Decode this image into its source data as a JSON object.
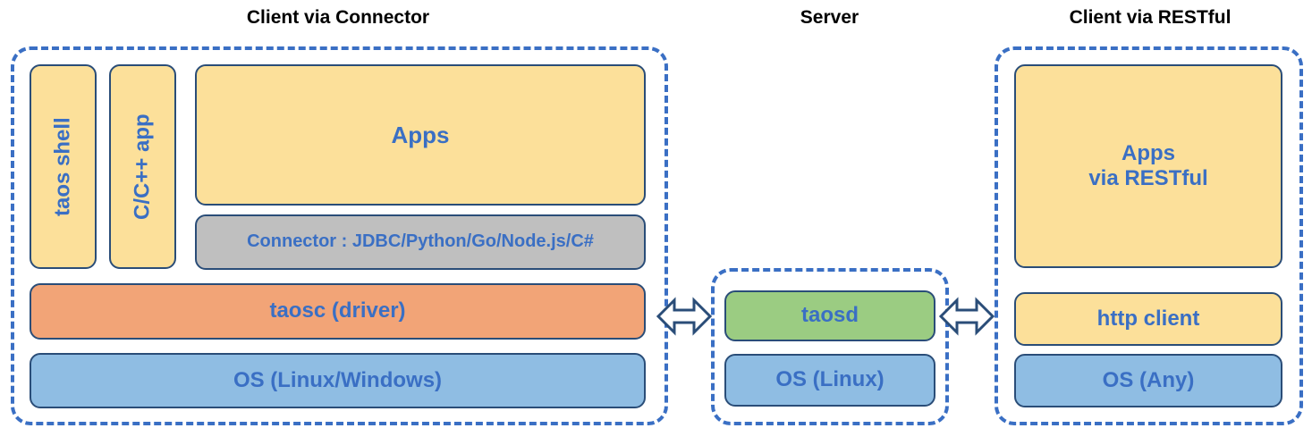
{
  "diagram": {
    "title_left": "Client via Connector",
    "title_center": "Server",
    "title_right": "Client via RESTful",
    "colors": {
      "dashed_border": "#3A6FC4",
      "box_border": "#2A4D78",
      "text_blue": "#3A6FC4",
      "yellow": "#FCE09A",
      "orange": "#F2A477",
      "blue": "#8FBDE3",
      "green": "#9BCC82",
      "gray": "#BFBFBF",
      "heading_black": "#000000"
    }
  },
  "client_connector": {
    "taos_shell": "taos shell",
    "c_cpp_app": "C/C++ app",
    "apps": "Apps",
    "connector": "Connector : JDBC/Python/Go/Node.js/C#",
    "taosc": "taosc (driver)",
    "os": "OS (Linux/Windows)"
  },
  "server": {
    "taosd": "taosd",
    "os": "OS (Linux)"
  },
  "client_restful": {
    "apps_line1": "Apps",
    "apps_line2": "via RESTful",
    "http_client": "http client",
    "os": "OS (Any)"
  },
  "connections": {
    "left_arrow": "double-headed-arrow",
    "right_arrow": "double-headed-arrow"
  }
}
